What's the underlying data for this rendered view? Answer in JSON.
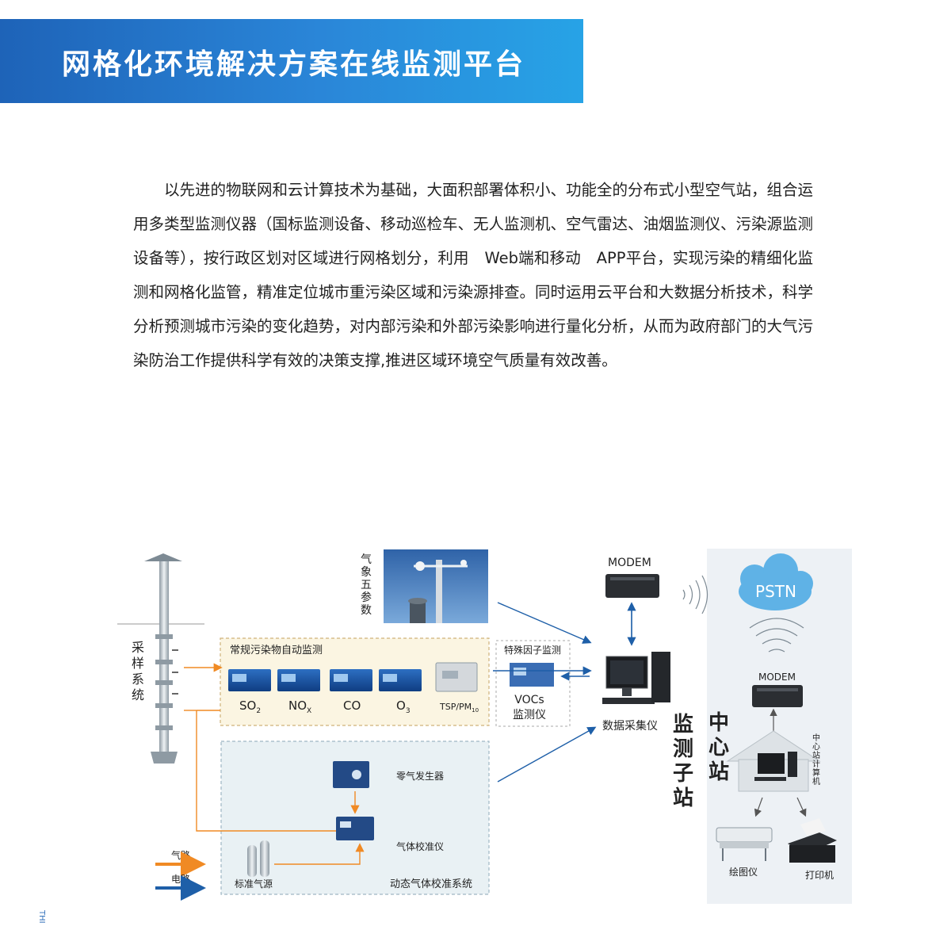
{
  "header": {
    "title": "网格化环境解决方案在线监测平台"
  },
  "intro": "以先进的物联网和云计算技术为基础，大面积部署体积小、功能全的分布式小型空气站，组合运用多类型监测仪器（国标监测设备、移动巡检车、无人监测机、空气雷达、油烟监测仪、污染源监测设备等），按行政区划对区域进行网格划分，利用　Web端和移动　APP平台，实现污染的精细化监测和网格化监管，精准定位城市重污染区域和污染源排查。同时运用云平台和大数据分析技术，科学分析预测城市污染的变化趋势，对内部污染和外部污染影响进行量化分析，从而为政府部门的大气污染防治工作提供科学有效的决策支撑,推进区域环境空气质量有效改善。",
  "diagram": {
    "sampling_system": "采样系统",
    "weather_params": "气象五参数",
    "conventional_monitoring": "常规污染物自动监测",
    "analyzers": [
      {
        "base": "SO",
        "sub": "2"
      },
      {
        "base": "NO",
        "sub": "X"
      },
      {
        "base": "CO",
        "sub": ""
      },
      {
        "base": "O",
        "sub": "3"
      },
      {
        "base": "TSP/PM",
        "sub": "10"
      }
    ],
    "special_factor": "特殊因子监测",
    "vocs_line1": "VOCs",
    "vocs_line2": "监测仪",
    "data_collector": "数据采集仪",
    "modem_top": "MODEM",
    "modem_center": "MODEM",
    "pstn": "PSTN",
    "monitoring_substation": "监测子站",
    "central_station": "中心站",
    "central_computer": "中心站计算机",
    "plotter": "绘图仪",
    "printer": "打印机",
    "zero_air": "零气发生器",
    "gas_calibrator": "气体校准仪",
    "standard_gas": "标准气源",
    "dynamic_calibration": "动态气体校准系统",
    "legend_gas": "气路",
    "legend_electric": "电路",
    "colors": {
      "gas_path": "#f08a24",
      "electric_path": "#1e5fa8",
      "accent": "#2a86d8"
    }
  },
  "side_tag": "THI"
}
